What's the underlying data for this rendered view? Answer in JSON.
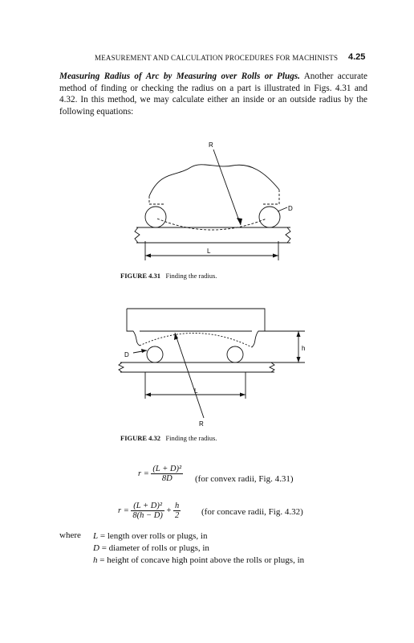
{
  "header": {
    "title": "MEASUREMENT AND CALCULATION PROCEDURES FOR MACHINISTS",
    "page_number": "4.25"
  },
  "section": {
    "heading": "Measuring Radius of Arc by Measuring over Rolls or Plugs.",
    "body": "Another accurate method of finding or checking the radius on a part is illustrated in Figs. 4.31 and 4.32. In this method, we may calculate either an inside or an outside radius by the following equations:"
  },
  "figure_431": {
    "label_R": "R",
    "label_D": "D",
    "label_L": "L",
    "caption_number": "FIGURE 4.31",
    "caption_text": "Finding the radius."
  },
  "figure_432": {
    "label_h": "h",
    "label_D": "D",
    "label_L": "L",
    "label_R": "R",
    "caption_number": "FIGURE 4.32",
    "caption_text": "Finding the radius."
  },
  "equation_1": {
    "lhs": "r =",
    "numerator": "(L + D)²",
    "denominator": "8D",
    "note": "(for convex radii, Fig. 4.31)"
  },
  "equation_2": {
    "lhs": "r =",
    "numerator": "(L + D)²",
    "denominator": "8(h − D)",
    "plus": "+",
    "numerator2": "h",
    "denominator2": "2",
    "note": "(for concave radii, Fig. 4.32)"
  },
  "where": {
    "label": "where",
    "definitions": [
      {
        "symbol": "L",
        "text": "= length over rolls or plugs, in"
      },
      {
        "symbol": "D",
        "text": "= diameter of rolls or plugs, in"
      },
      {
        "symbol": "h",
        "text": "= height of concave high point above the rolls or plugs, in"
      }
    ]
  }
}
